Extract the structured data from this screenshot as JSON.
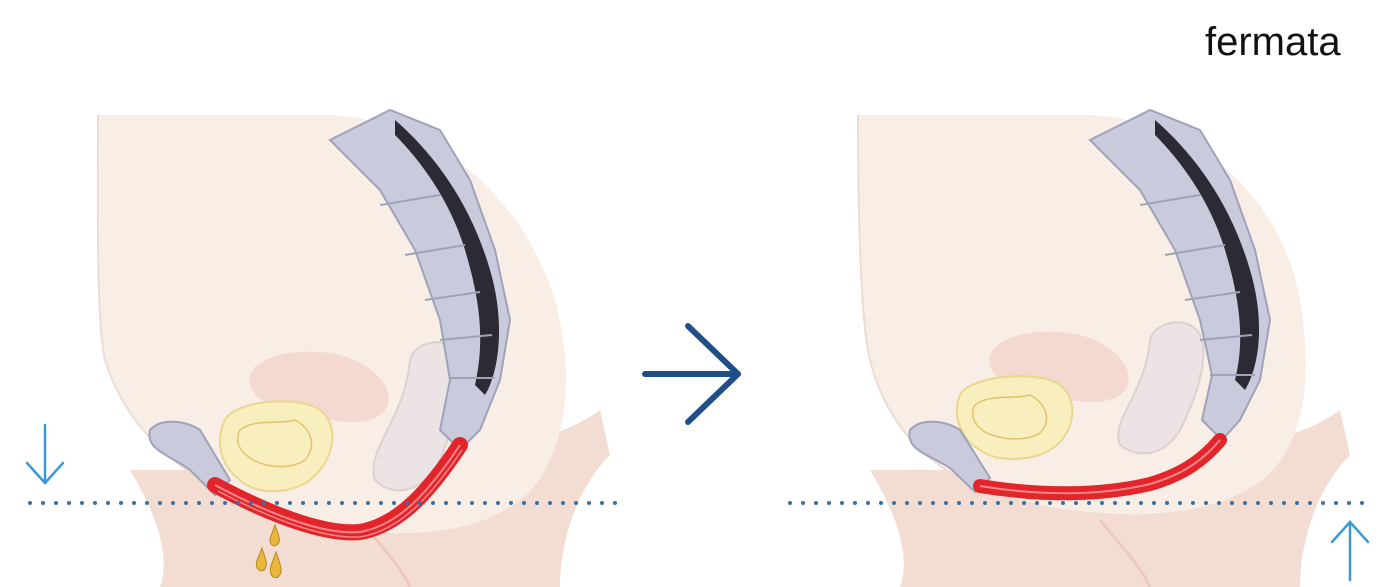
{
  "caption": "fermata",
  "panels": [
    {
      "id": "before",
      "state": "pelvic floor sagging",
      "leak": true
    },
    {
      "id": "after",
      "state": "pelvic floor lifted",
      "leak": false
    }
  ],
  "icons": {
    "down_arrow": "arrow-down-icon",
    "transition_arrow": "arrow-right-icon",
    "up_arrow": "arrow-up-icon"
  },
  "colors": {
    "skin": "#f7ece4",
    "skin_shadow": "#f1d8ce",
    "bone": "#c9cbdc",
    "bone_dark": "#2b2a35",
    "muscle": "#e2242b",
    "bladder": "#f8eebe",
    "urine": "#e9b73b",
    "organs": "#f3d2c8",
    "arrow_light": "#3b9ad6",
    "arrow_dark": "#1f4f86",
    "dots": "#3a6f9e"
  }
}
